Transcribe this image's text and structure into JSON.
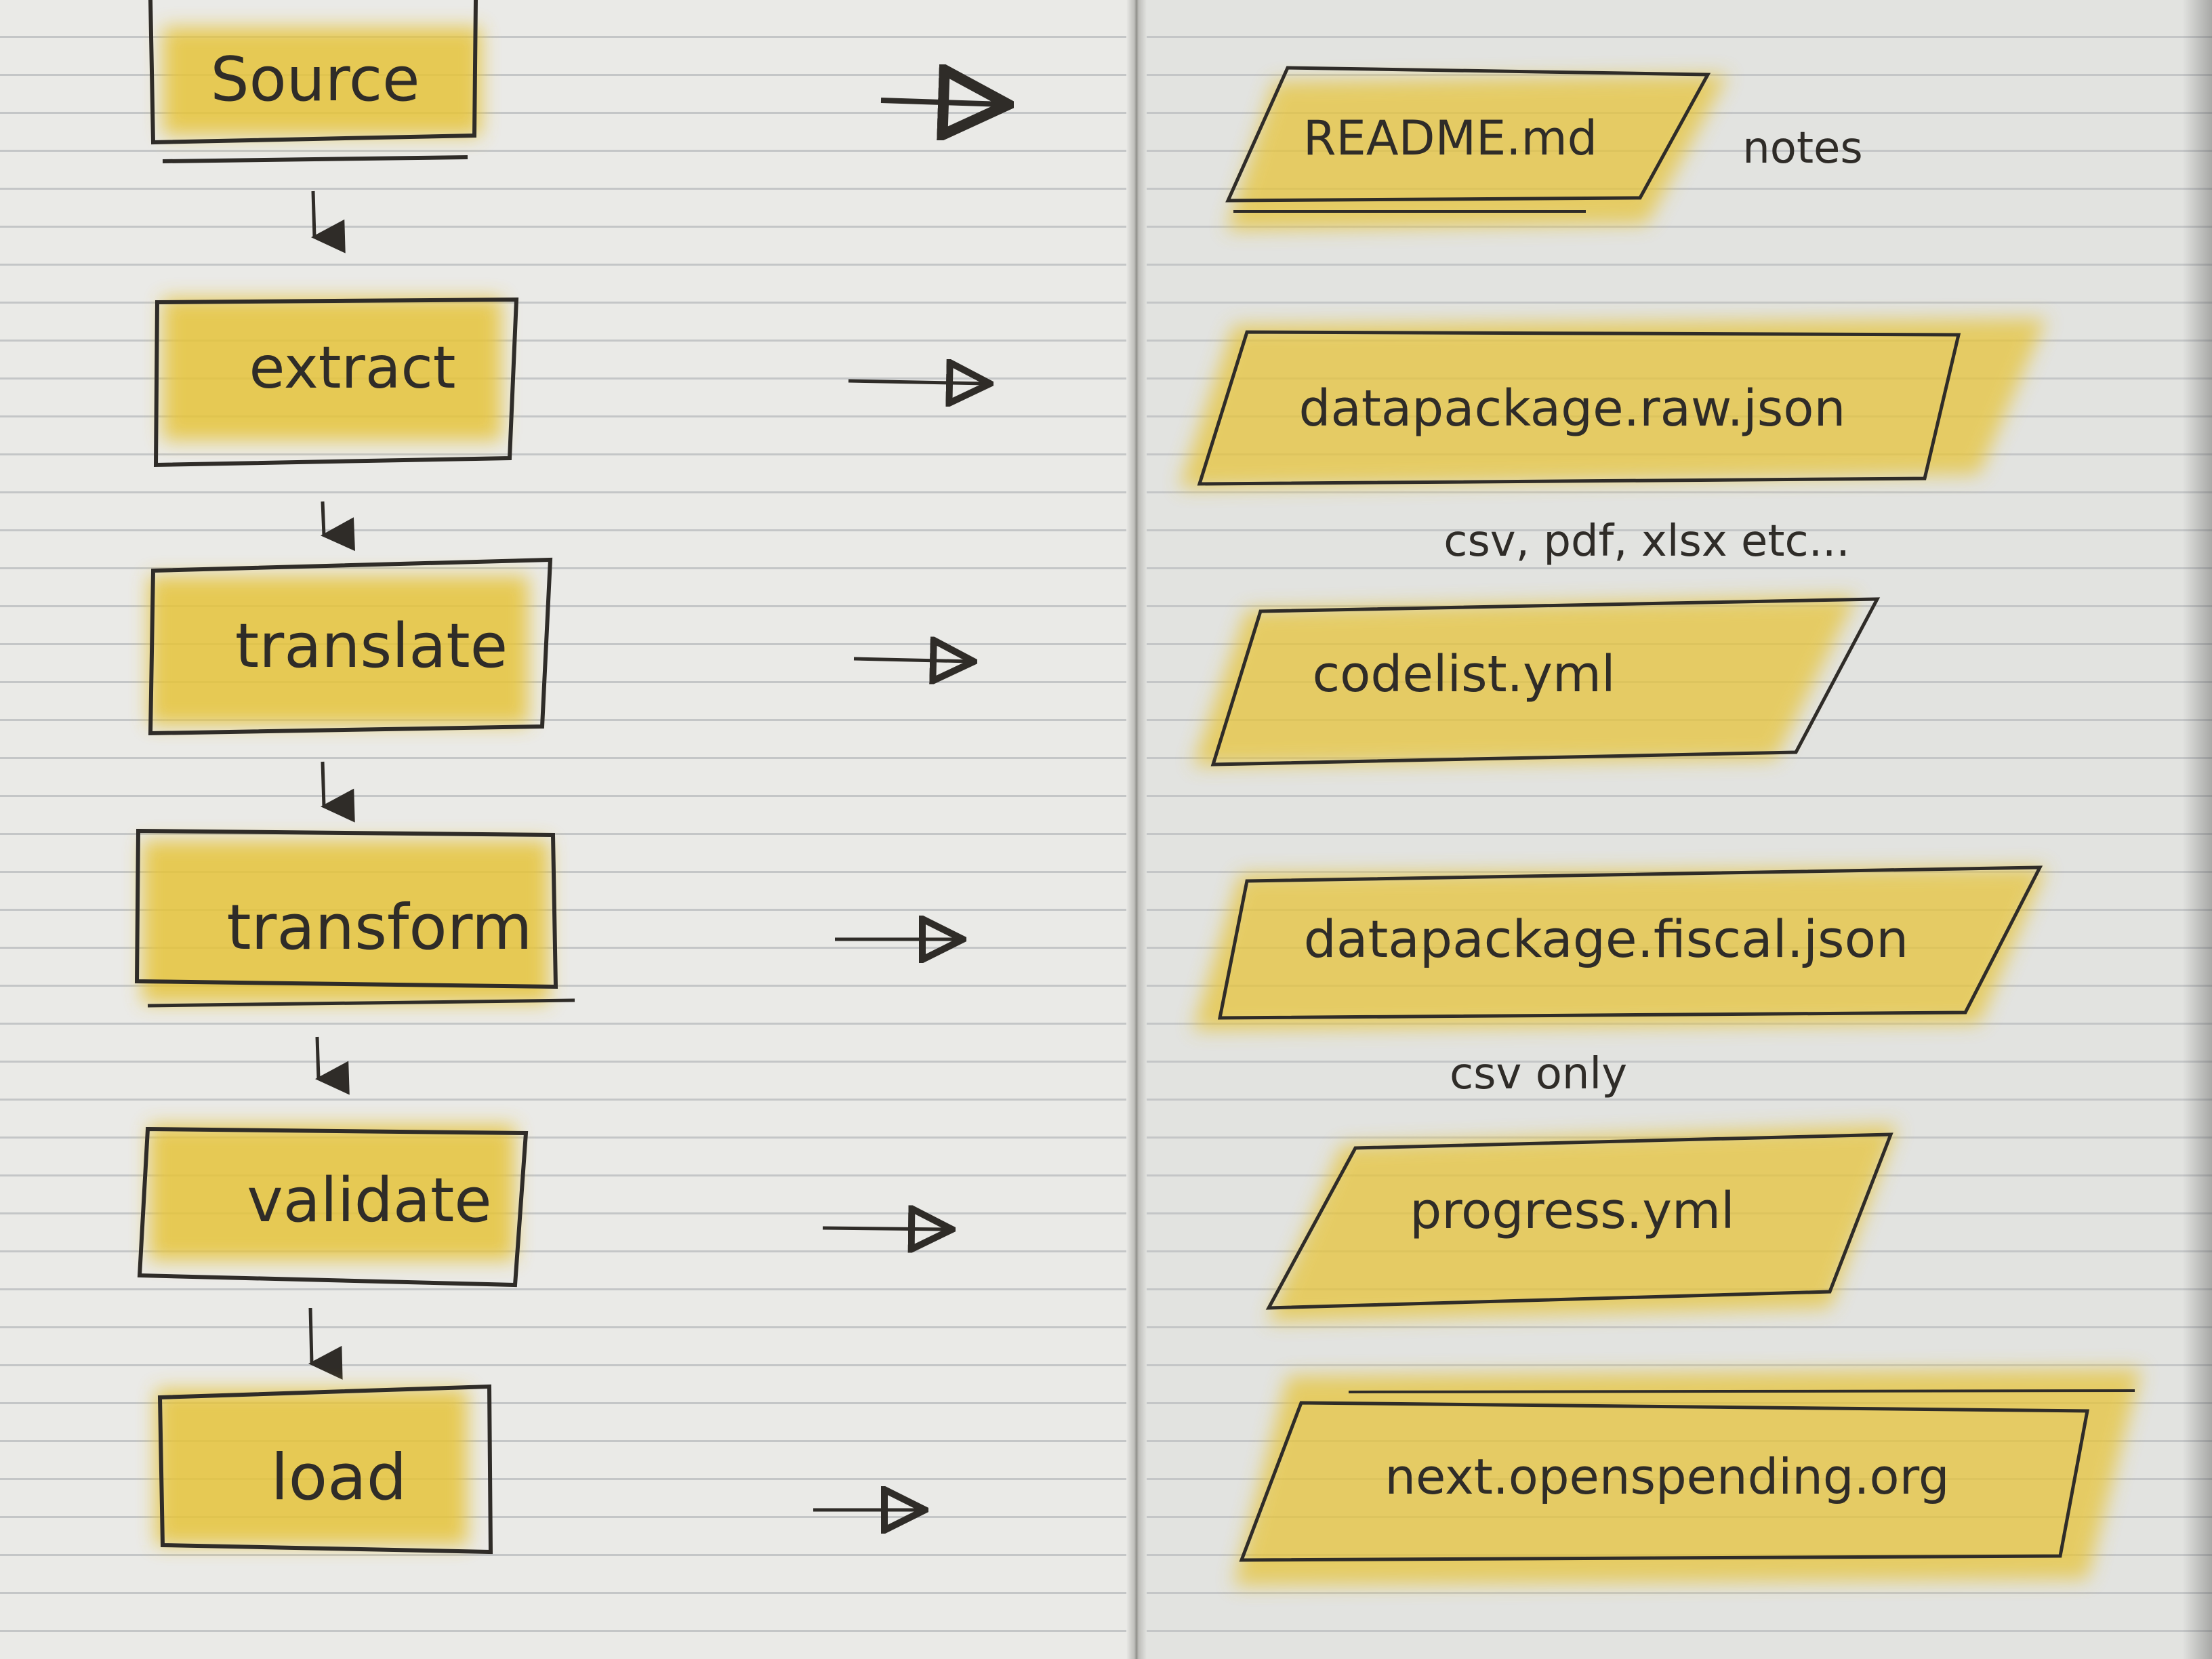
{
  "colors": {
    "highlight": "#e6c43a",
    "ink": "#2f2c28",
    "paper_left": "#eaeae7",
    "paper_right": "#e2e3e0"
  },
  "pipeline": {
    "steps": [
      {
        "label": "Source"
      },
      {
        "label": "extract"
      },
      {
        "label": "translate"
      },
      {
        "label": "transform"
      },
      {
        "label": "validate"
      },
      {
        "label": "load"
      }
    ]
  },
  "outputs": {
    "items": [
      {
        "label": "README.md"
      },
      {
        "label": "datapackage.raw.json"
      },
      {
        "label": "codelist.yml"
      },
      {
        "label": "datapackage.fiscal.json"
      },
      {
        "label": "progress.yml"
      },
      {
        "label": "next.openspending.org"
      }
    ]
  },
  "notes": {
    "readme_note": "notes",
    "raw_formats": "csv, pdf, xlsx etc...",
    "fiscal_formats": "csv only"
  }
}
